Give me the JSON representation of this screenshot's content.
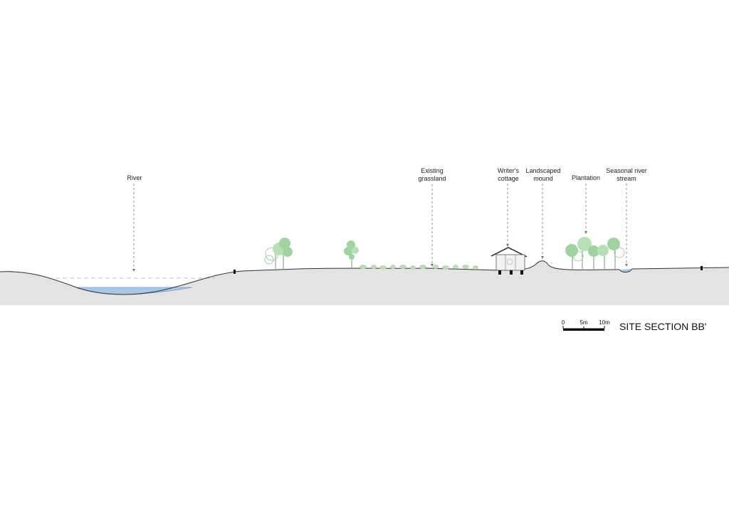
{
  "labels": {
    "river": "River",
    "grassland_1": "Existing",
    "grassland_2": "grassland",
    "cottage_1": "Writer's",
    "cottage_2": "cottage",
    "mound_1": "Landscaped",
    "mound_2": "mound",
    "plantation": "Plantation",
    "stream_1": "Seasonal river",
    "stream_2": "stream"
  },
  "scale_bar": {
    "t0": "0",
    "t5": "5m",
    "t10": "10m"
  },
  "title": "SITE SECTION BB'",
  "colors": {
    "ground": "#e3e3e3",
    "ground_line": "#333333",
    "water": "#a9c8e8",
    "tree": "#9fd3a0",
    "grass": "#b8dfb0"
  }
}
